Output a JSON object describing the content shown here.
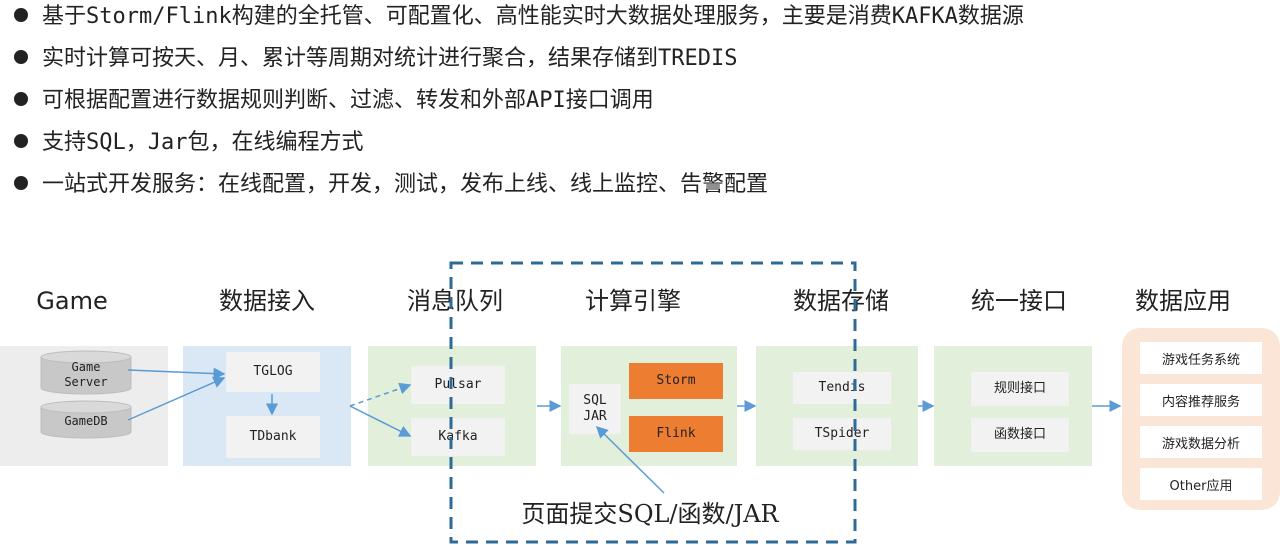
{
  "bullets": [
    "基于Storm/Flink构建的全托管、可配置化、高性能实时大数据处理服务，主要是消费KAFKA数据源",
    "实时计算可按天、月、累计等周期对统计进行聚合，结果存储到TREDIS",
    "可根据配置进行数据规则判断、过滤、转发和外部API接口调用",
    "支持SQL，Jar包，在线编程方式",
    "一站式开发服务：在线配置，开发，测试，发布上线、线上监控、告警配置"
  ],
  "stages": {
    "game": "Game",
    "ingest": "数据接入",
    "mq": "消息队列",
    "compute": "计算引擎",
    "storage": "数据存储",
    "api": "统一接口",
    "apps": "数据应用"
  },
  "game": {
    "server_line1": "Game",
    "server_line2": "Server",
    "db": "GameDB"
  },
  "ingest": {
    "tglog": "TGLOG",
    "tdbank": "TDbank"
  },
  "mq": {
    "pulsar": "Pulsar",
    "kafka": "Kafka"
  },
  "compute": {
    "sql": "SQL",
    "jar": "JAR",
    "storm": "Storm",
    "flink": "Flink"
  },
  "storage": {
    "tendis": "Tendis",
    "tspider": "TSpider"
  },
  "api": {
    "rule": "规则接口",
    "func": "函数接口"
  },
  "apps": [
    "游戏任务系统",
    "内容推荐服务",
    "游戏数据分析",
    "Other应用"
  ],
  "note": "页面提交SQL/函数/JAR",
  "colors": {
    "game_panel": "#ededed",
    "ingest_panel": "#dae8f5",
    "green_panel": "#e2efda",
    "orange": "#ed7d31",
    "app_panel": "#fbe5d6",
    "arrow": "#5b9bd5",
    "dashed_border": "#2e6a97"
  }
}
